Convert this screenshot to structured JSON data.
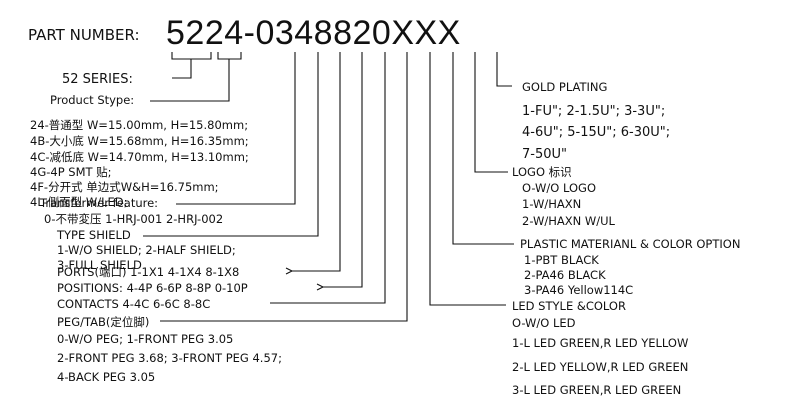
{
  "header": {
    "label": "PART NUMBER:",
    "part_number": "5224-0348820XXX"
  },
  "left": {
    "series": "52 SERIES:",
    "product_type": "Product Stype:",
    "sizes": [
      "24-普通型  W=15.00mm, H=15.80mm;",
      "4B-大小底  W=15.68mm, H=16.35mm;",
      "4C-减低底  W=14.70mm, H=13.10mm;",
      "4G-4P  SMT  贴;",
      "4F-分开式  单边式W&H=16.75mm;",
      "4L-侧面型  W/LED;"
    ],
    "transformer_title": "Transformer feature:",
    "transformer_opts": "0-不带変压  1-HRJ-001   2-HRJ-002",
    "type_shield_title": "TYPE SHIELD",
    "type_shield_1": "1-W/O SHIELD; 2-HALF SHIELD;",
    "type_shield_2": "3-FULL SHIELD",
    "ports": "PORTS(端口)  1-1X1   4-1X4   8-1X8",
    "positions": "POSITIONS: 4-4P   6-6P   8-8P  0-10P",
    "contacts": "CONTACTS  4-4C   6-6C   8-8C",
    "peg_title": "PEG/TAB(定位脚)",
    "peg_1": "0-W/O PEG;  1-FRONT   PEG  3.05",
    "peg_2": "2-FRONT   PEG  3.68;  3-FRONT   PEG  4.57;",
    "peg_3": "4-BACK   PEG  3.05"
  },
  "right": {
    "gold_title": "GOLD PLATING",
    "gold_1": "1-FU\";  2-1.5U\";  3-3U\";",
    "gold_2": "4-6U\";  5-15U\";  6-30U\";",
    "gold_3": "7-50U\"",
    "logo_title": "LOGO  标识",
    "logo_0": "O-W/O LOGO",
    "logo_1": "1-W/HAXN",
    "logo_2": "2-W/HAXN  W/UL",
    "plastic_title": "PLASTIC MATERIANL & COLOR OPTION",
    "plastic_1": "1-PBT  BLACK",
    "plastic_2": "2-PA46  BLACK",
    "plastic_3": "3-PA46  Yellow114C",
    "led_title": "LED STYLE &COLOR",
    "led_0": "O-W/O  LED",
    "led_1": "1-L  LED GREEN,R  LED YELLOW",
    "led_2": "2-L  LED YELLOW,R  LED GREEN",
    "led_3": "3-L  LED GREEN,R  LED GREEN"
  },
  "colors": {
    "ink": "#111111",
    "background": "#ffffff"
  }
}
